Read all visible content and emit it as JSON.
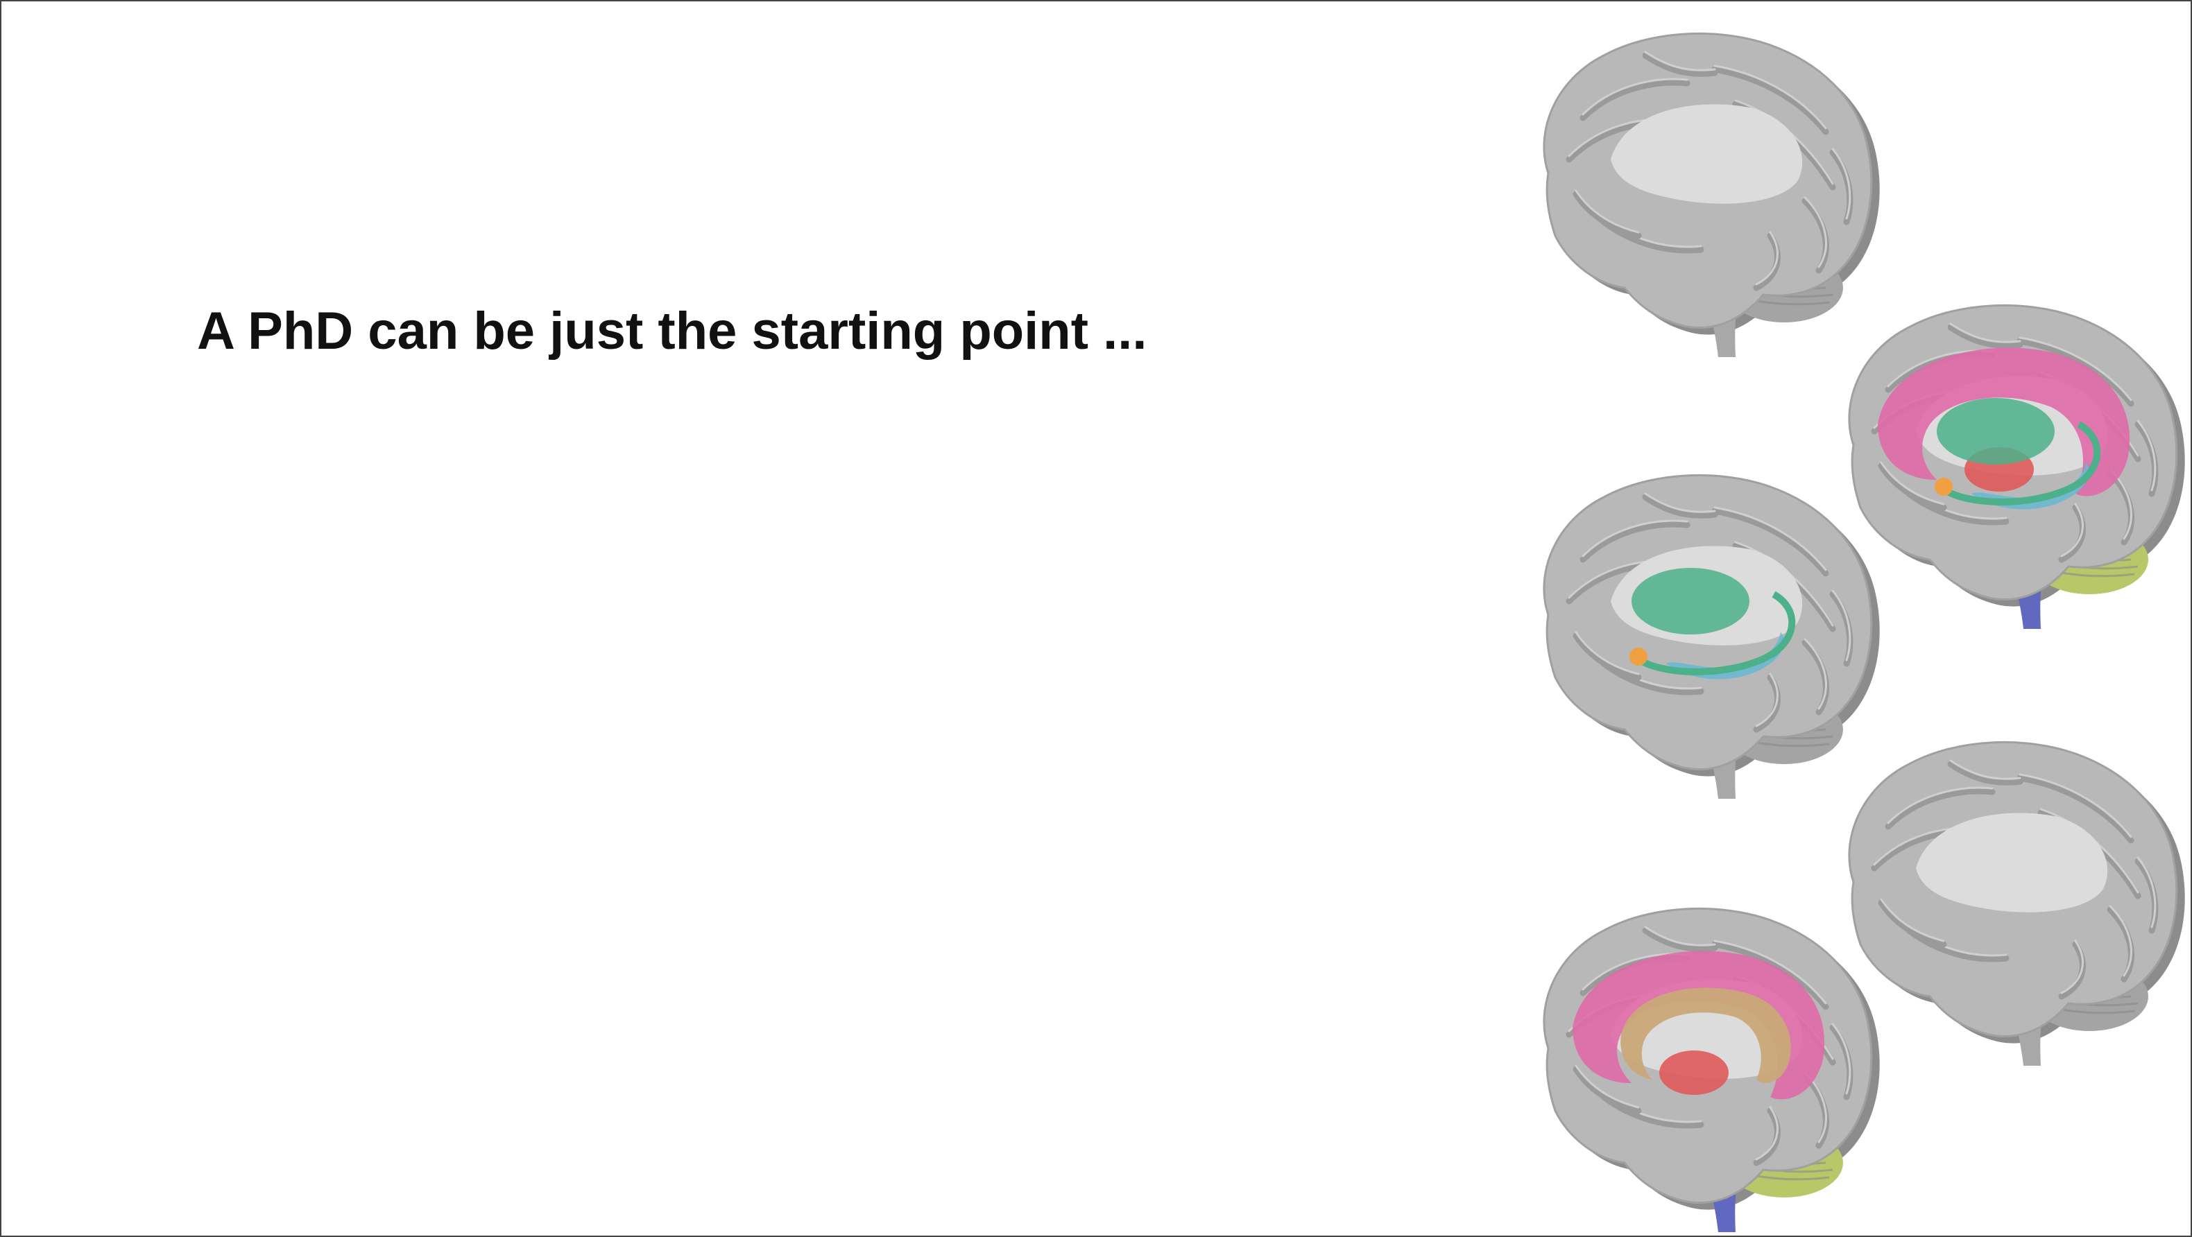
{
  "slide": {
    "headline": "A PhD can be just the starting point ..."
  },
  "illustration": {
    "brains": [
      {
        "name": "brain-plain-top",
        "highlights": []
      },
      {
        "name": "brain-full-highlight",
        "highlights": [
          "cingulate",
          "fornix",
          "thalamus",
          "hippocampus",
          "mammillary",
          "brainstem",
          "cerebellum"
        ]
      },
      {
        "name": "brain-fornix-highlight",
        "highlights": [
          "fornix",
          "hippocampus",
          "mammillary"
        ]
      },
      {
        "name": "brain-plain-bottom",
        "highlights": []
      },
      {
        "name": "brain-limbic-highlight",
        "highlights": [
          "cingulate",
          "callosal",
          "thalamus",
          "brainstem",
          "cerebellum"
        ]
      }
    ],
    "colors": {
      "cortex": "#b8b8b8",
      "cortex_shadow": "#8c8c8c",
      "sulcus": "#9a9a9a",
      "inner": "#dcdcdc",
      "cingulate": "#e06aa8",
      "callosal": "#c9a878",
      "thalamus": "#e05a5a",
      "fornix": "#4cb08a",
      "hippocampus": "#6ab8d0",
      "mammillary": "#f0a040",
      "brainstem": "#6068c0",
      "cerebellum": "#b8c868"
    }
  }
}
